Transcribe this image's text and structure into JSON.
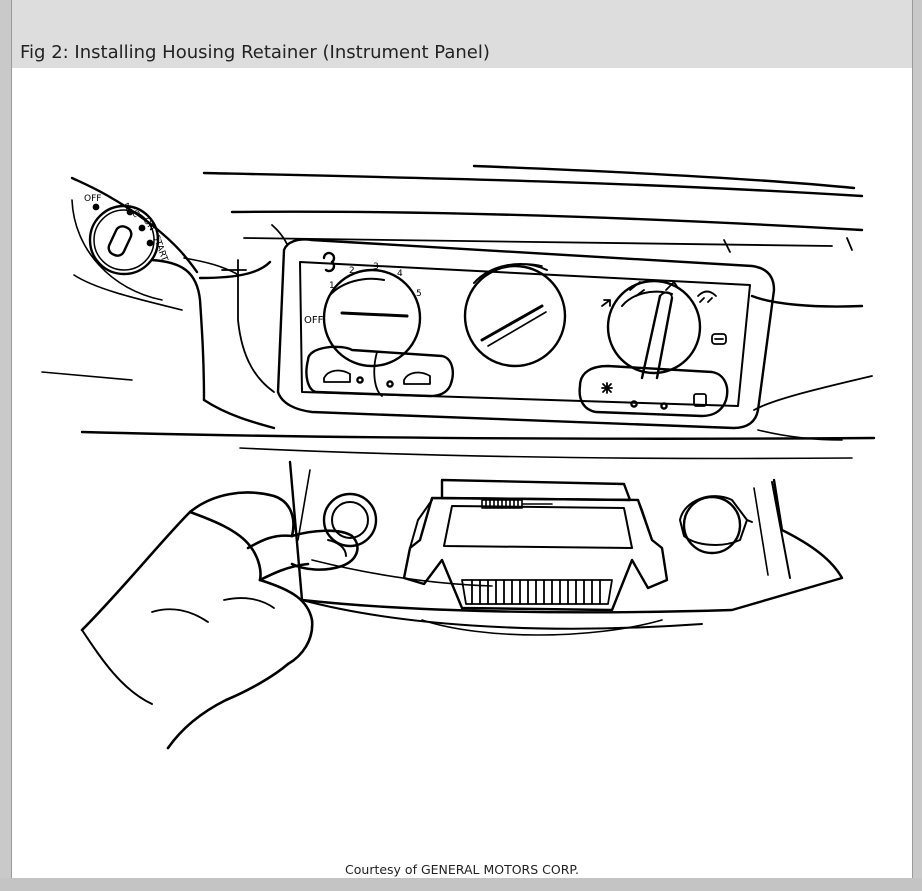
{
  "figure": {
    "title": "Fig 2: Installing Housing Retainer (Instrument Panel)",
    "credit": "Courtesy of GENERAL MOTORS CORP."
  },
  "ignition_labels": {
    "off": "OFF",
    "acc": "ACC",
    "on": "ON",
    "start": "START"
  },
  "fan_dial": {
    "off": "OFF",
    "speeds": [
      "1",
      "2",
      "3",
      "4",
      "5"
    ]
  }
}
